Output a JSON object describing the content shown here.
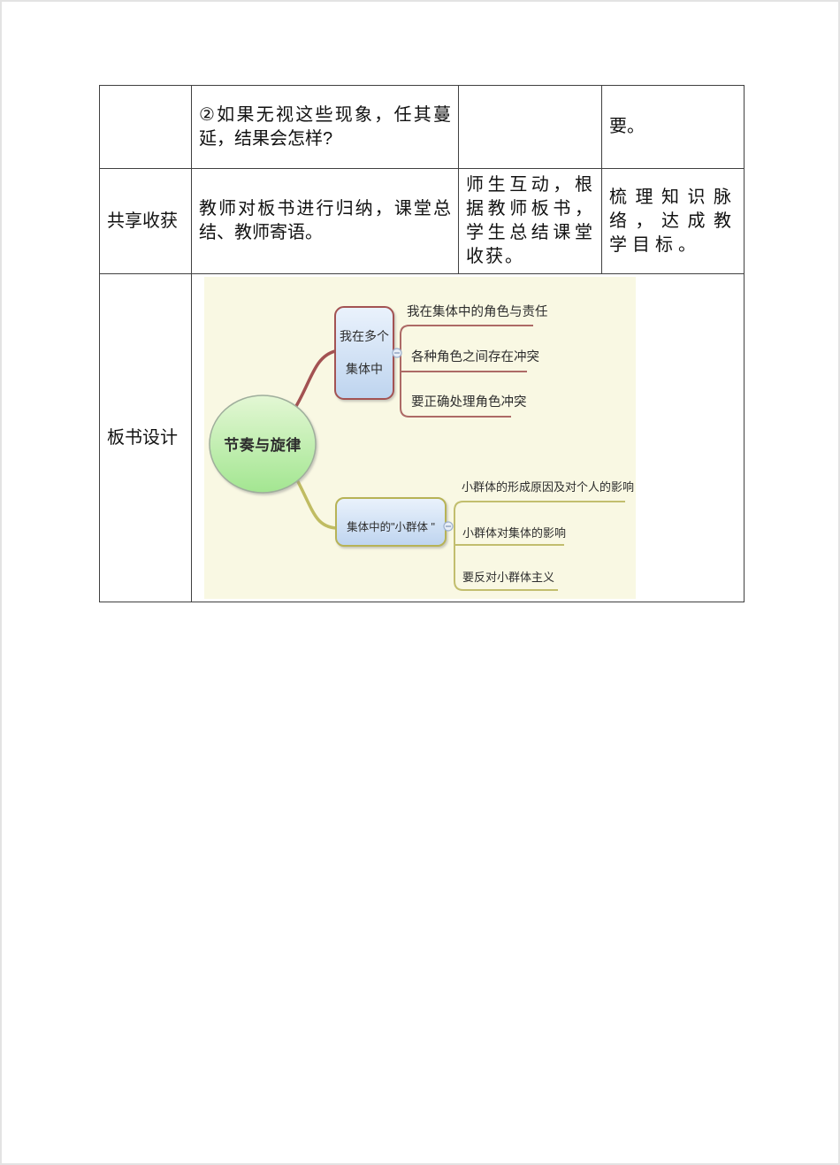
{
  "table": {
    "row1": {
      "question": "②如果无视这些现象，任其蔓延，结果会怎样?",
      "tail": "要。"
    },
    "row2": {
      "stage": "共享收获",
      "teacher_activity": "教师对板书进行归纳，课堂总结、教师寄语。",
      "student_activity": "师生互动，根据教师板书，学生总结课堂收获。",
      "design_intent": "梳理知识脉络，达成教学目标。"
    },
    "row3": {
      "stage": "板书设计"
    }
  },
  "mindmap": {
    "center_label": "节奏与旋律",
    "branch1": {
      "label_lines": [
        "我在多个",
        "集体中"
      ],
      "subtopics": [
        "我在集体中的角色与责任",
        "各种角色之间存在冲突",
        "要正确处理角色冲突"
      ]
    },
    "branch2": {
      "label": "集体中的\"小群体 \"",
      "subtopics": [
        "小群体的形成原因及对个人的影响",
        "小群体对集体的影响",
        "要反对小群体主义"
      ]
    },
    "colors": {
      "background": "#F9F8E3",
      "branch1_curve": "#A35252",
      "branch1_bracket": "#AD6A66",
      "branch1_node_border": "#A35252",
      "branch2_curve": "#C0BC62",
      "branch2_bracket": "#C2BE6E",
      "branch2_node_border": "#B7B356",
      "node_fill_top": "#EAF2FC",
      "node_fill_bottom": "#BED4EF",
      "center_fill_top": "#E3F7D4",
      "center_fill_bottom": "#A3E691",
      "table_border": "#404040"
    }
  }
}
